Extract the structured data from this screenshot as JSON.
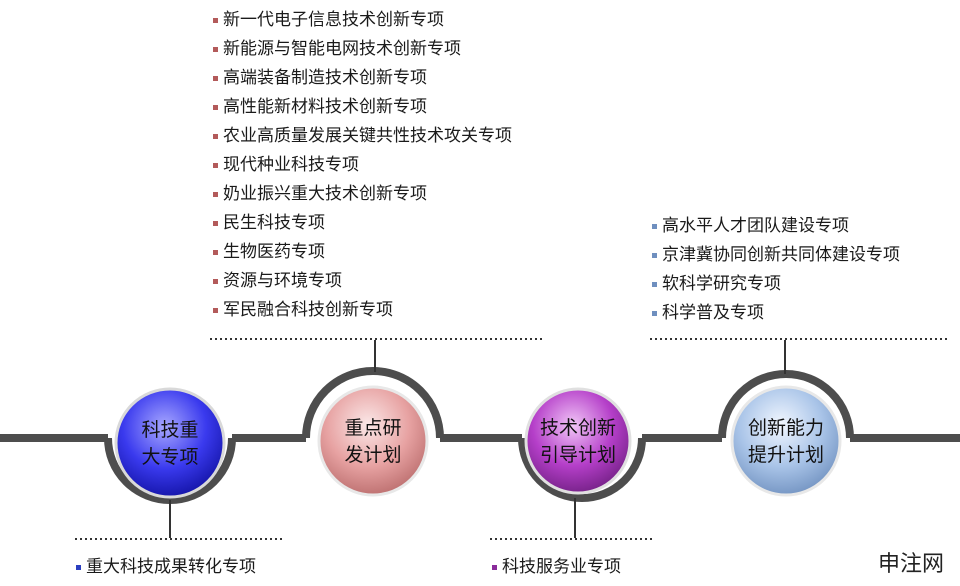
{
  "nodes": [
    {
      "line1": "科技重",
      "line2": "大专项"
    },
    {
      "line1": "重点研",
      "line2": "发计划"
    },
    {
      "line1": "技术创新",
      "line2": "引导计划"
    },
    {
      "line1": "创新能力",
      "line2": "提升计划"
    }
  ],
  "colors": {
    "node1": "#3a3aee",
    "node2": "#e7a2a2",
    "node3": "#b53fc9",
    "node4": "#a9c4e8",
    "timeline": "#4d4d4d"
  },
  "lists": {
    "key_rd": [
      "新一代电子信息技术创新专项",
      "新能源与智能电网技术创新专项",
      "高端装备制造技术创新专项",
      "高性能新材料技术创新专项",
      "农业高质量发展关键共性技术攻关专项",
      "现代种业科技专项",
      "奶业振兴重大技术创新专项",
      "民生科技专项",
      "生物医药专项",
      "资源与环境专项",
      "军民融合科技创新专项"
    ],
    "capacity": [
      "高水平人才团队建设专项",
      "京津冀协同创新共同体建设专项",
      "软科学研究专项",
      "科学普及专项"
    ],
    "major": [
      "重大科技成果转化专项"
    ],
    "service": [
      "科技服务业专项"
    ]
  },
  "watermark": "申注网"
}
